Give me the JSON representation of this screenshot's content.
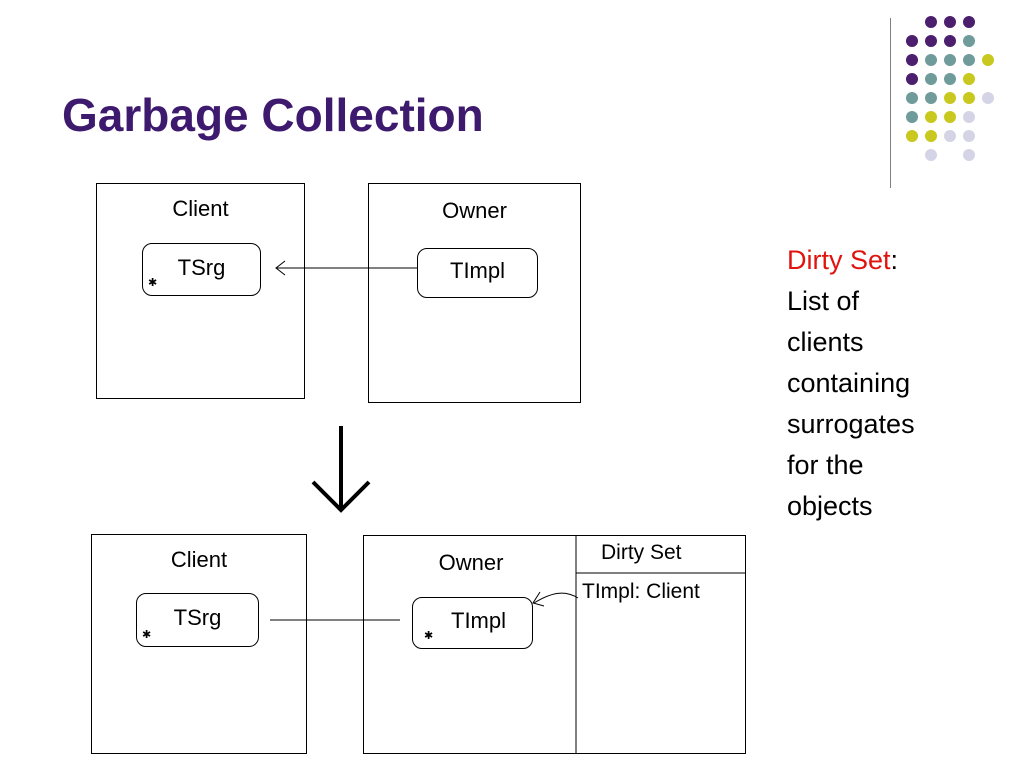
{
  "slide": {
    "title": "Garbage Collection"
  },
  "diagram_before": {
    "client_label": "Client",
    "owner_label": "Owner",
    "surrogate_label": "TSrg",
    "impl_label": "TImpl"
  },
  "diagram_after": {
    "client_label": "Client",
    "owner_label": "Owner",
    "surrogate_label": "TSrg",
    "impl_label": "TImpl",
    "dirty_set_header": "Dirty Set",
    "dirty_set_entry": "TImpl: Client"
  },
  "side_note": {
    "term": "Dirty Set",
    "colon": ":",
    "lines": [
      "List of",
      "clients",
      "containing",
      "surrogates",
      "for the",
      "objects"
    ]
  },
  "colors": {
    "title": "#3d1a6e",
    "term": "#e0140f",
    "dot_purple": "#4b1e6e",
    "dot_teal": "#6f9b9b",
    "dot_yellow": "#c8c81e",
    "dot_lavender": "#d4d4e6"
  }
}
